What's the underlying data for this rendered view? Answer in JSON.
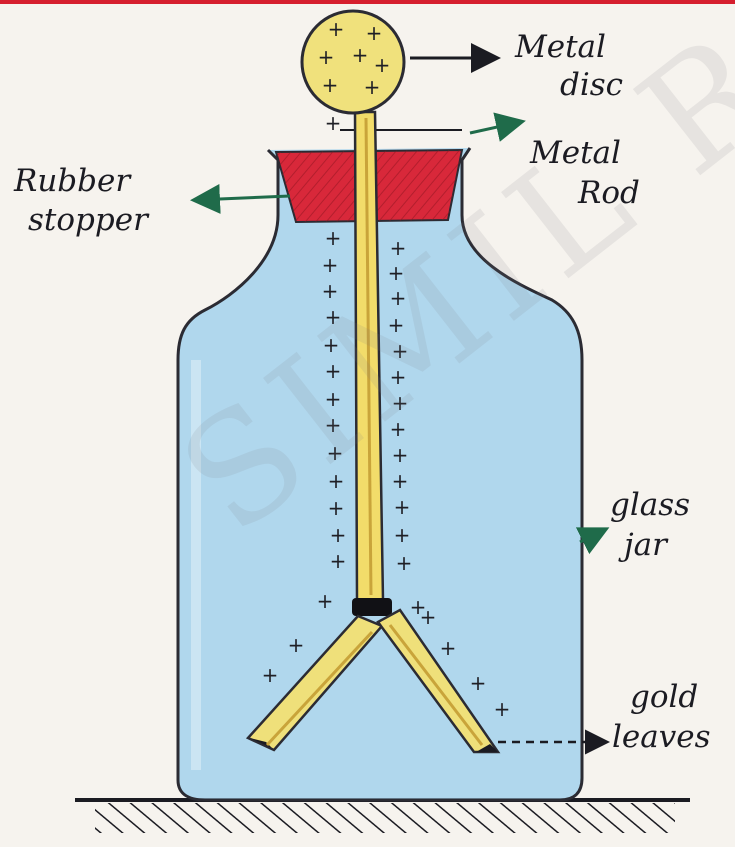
{
  "labels": {
    "metal_disc_line1": "Metal",
    "metal_disc_line2": "disc",
    "metal_rod_line1": "Metal",
    "metal_rod_line2": "Rod",
    "rubber_stopper_line1": "Rubber",
    "rubber_stopper_line2": "stopper",
    "glass_jar_line1": "glass",
    "glass_jar_line2": "jar",
    "gold_leaves_line1": "gold",
    "gold_leaves_line2": "leaves"
  },
  "charge_symbol": "+",
  "watermark": "SIMIL R",
  "colors": {
    "top_border": "#d61f2e",
    "stopper": "#d8283a",
    "jar_fill": "#a9d4ec",
    "jar_outline": "#2b2b33",
    "rod": "#f2dc6a",
    "gold_leaves": "#efe07a",
    "arrow": "#1f6b4a",
    "ink": "#1b1b22"
  }
}
